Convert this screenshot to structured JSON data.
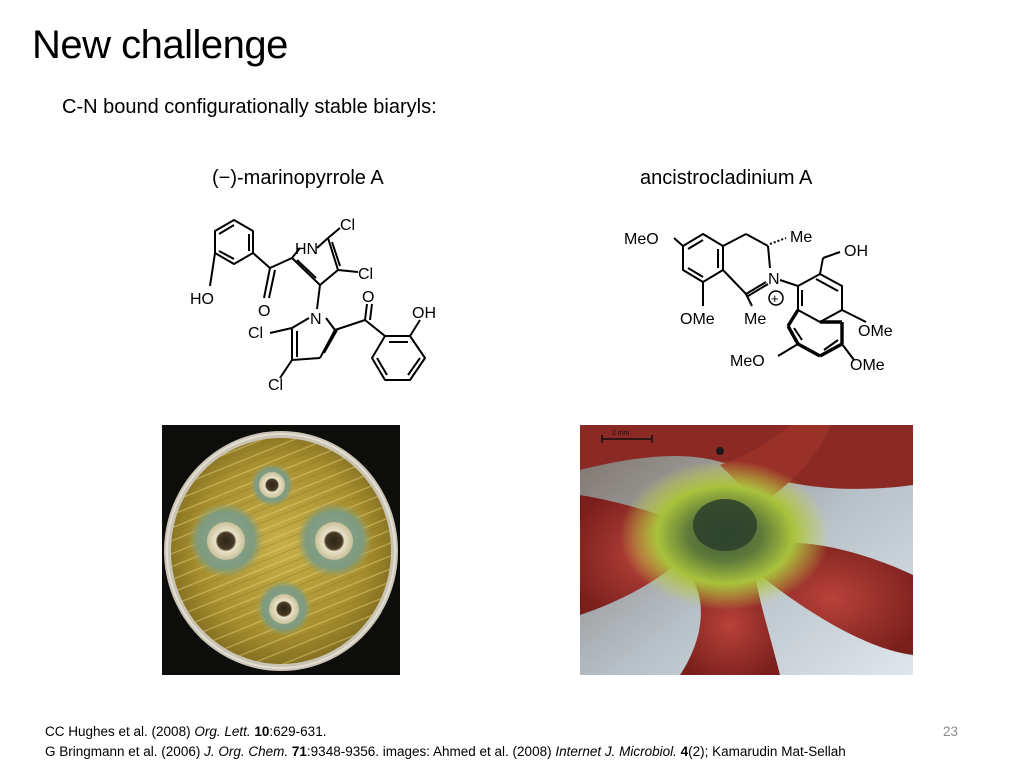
{
  "slide": {
    "title": "New challenge",
    "subtitle": "C-N bound configurationally stable biaryls:",
    "page_number": "23"
  },
  "compounds": [
    {
      "caption": "(−)-marinopyrrole A",
      "atom_labels": [
        "HN",
        "Cl",
        "Cl",
        "O",
        "HO",
        "N",
        "O",
        "OH",
        "Cl",
        "Cl"
      ]
    },
    {
      "caption": "ancistrocladinium A",
      "atom_labels": [
        "MeO",
        "Me",
        "OH",
        "N",
        "+",
        "OMe",
        "Me",
        "OMe",
        "MeO",
        "OMe"
      ]
    }
  ],
  "images": [
    {
      "name": "petri-dish-photo"
    },
    {
      "name": "flower-photo",
      "scale_label": "2 mm"
    }
  ],
  "references": [
    {
      "authors": "CC Hughes et al. (2008) ",
      "journal": "Org. Lett.",
      "sep": " ",
      "volume": "10",
      "pages": ":629-631."
    },
    {
      "authors": "G Bringmann et al. (2006) ",
      "journal": "J. Org. Chem.",
      "sep": " ",
      "volume": "71",
      "pages": ":9348-9356. images: Ahmed et al. (2008) ",
      "journal2": "Internet J. Microbiol.",
      "sep2": " ",
      "volume2": "4",
      "tail": "(2); Kamarudin Mat-Sellah"
    }
  ]
}
